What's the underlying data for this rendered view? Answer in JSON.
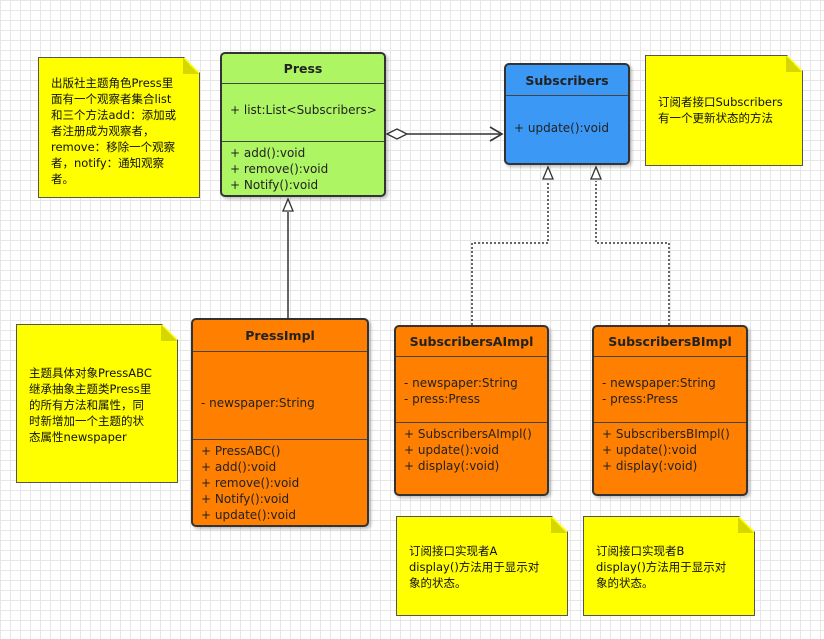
{
  "colors": {
    "press": "#aef564",
    "subscribers": "#3b98f5",
    "impl": "#ff7f00",
    "note": "#ffff00",
    "line": "#333333"
  },
  "classes": {
    "press": {
      "name": "Press",
      "attributes": [
        "+ list:List<Subscribers>"
      ],
      "methods": [
        "+ add():void",
        "+ remove():void",
        "+ Notify():void"
      ]
    },
    "subscribers": {
      "name": "Subscribers",
      "attributes": [],
      "methods": [
        "+ update():void"
      ]
    },
    "press_impl": {
      "name": "PressImpl",
      "attributes": [
        "- newspaper:String"
      ],
      "methods": [
        "+ PressABC()",
        "+ add():void",
        "+ remove():void",
        "+ Notify():void",
        "+ update():void"
      ]
    },
    "subscribers_a": {
      "name": "SubscribersAImpl",
      "attributes": [
        "- newspaper:String",
        "- press:Press"
      ],
      "methods": [
        "+ SubscribersAImpl()",
        "+ update():void",
        "+ display(:void)"
      ]
    },
    "subscribers_b": {
      "name": "SubscribersBImpl",
      "attributes": [
        "- newspaper:String",
        "- press:Press"
      ],
      "methods": [
        "+ SubscribersBImpl()",
        "+ update():void",
        "+ display(:void)"
      ]
    }
  },
  "notes": {
    "press_note": "出版社主题角色Press里\n面有一个观察者集合list\n和三个方法add：添加或\n者注册成为观察者，\nremove：移除一个观察\n者，notify：通知观察\n者。",
    "subscribers_note": "订阅者接口Subscribers\n有一个更新状态的方法",
    "press_impl_note": "主题具体对象PressABC\n继承抽象主题类Press里\n的所有方法和属性，同\n时新增加一个主题的状\n态属性newspaper",
    "a_note": "订阅接口实现者A\ndisplay()方法用于显示对\n象的状态。",
    "b_note": "订阅接口实现者B\ndisplay()方法用于显示对\n象的状态。"
  }
}
